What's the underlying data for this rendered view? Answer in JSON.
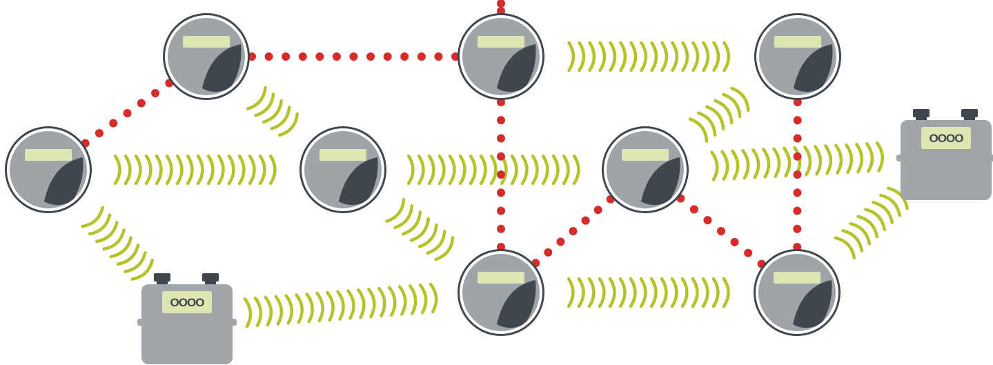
{
  "diagram": {
    "kind": "smart-meter-mesh-network",
    "colors": {
      "background": "#ffffff",
      "meter_ring": "#3f464d",
      "meter_face": "#9ea4a8",
      "meter_display": "#dde6b2",
      "meter_dial": "#3f464d",
      "gas_body": "#a1a6aa",
      "gas_top": "#3f464d",
      "gas_display": "#dde6b2",
      "wired_link": "#d42b2b",
      "wireless_link": "#b6c22a"
    },
    "electric_meters": [
      {
        "id": "m1",
        "icon": "electric-meter-icon"
      },
      {
        "id": "m2",
        "icon": "electric-meter-icon"
      },
      {
        "id": "m3",
        "icon": "electric-meter-icon"
      },
      {
        "id": "m4",
        "icon": "electric-meter-icon"
      },
      {
        "id": "m5",
        "icon": "electric-meter-icon"
      },
      {
        "id": "m6",
        "icon": "electric-meter-icon"
      },
      {
        "id": "m7",
        "icon": "electric-meter-icon"
      },
      {
        "id": "m8",
        "icon": "electric-meter-icon"
      },
      {
        "id": "m9",
        "icon": "electric-meter-icon"
      }
    ],
    "gas_meters": [
      {
        "id": "g1",
        "icon": "gas-meter-icon",
        "display_text": "OOOO"
      },
      {
        "id": "g2",
        "icon": "gas-meter-icon",
        "display_text": "OOOO"
      }
    ],
    "wired_links": [
      [
        "m1",
        "m2"
      ],
      [
        "m2",
        "m3"
      ],
      [
        "m3",
        "top-exit"
      ],
      [
        "m3",
        "m7"
      ],
      [
        "m7",
        "m6"
      ],
      [
        "m6",
        "m9"
      ],
      [
        "m5",
        "m9"
      ]
    ],
    "wireless_links": [
      [
        "m1",
        "m4"
      ],
      [
        "m1",
        "g1"
      ],
      [
        "g1",
        "m7"
      ],
      [
        "m2",
        "m4"
      ],
      [
        "m4",
        "m7"
      ],
      [
        "m4",
        "m6"
      ],
      [
        "m3",
        "m5"
      ],
      [
        "m6",
        "m5"
      ],
      [
        "m6",
        "g2"
      ],
      [
        "m7",
        "m9"
      ],
      [
        "m9",
        "g2"
      ]
    ]
  }
}
